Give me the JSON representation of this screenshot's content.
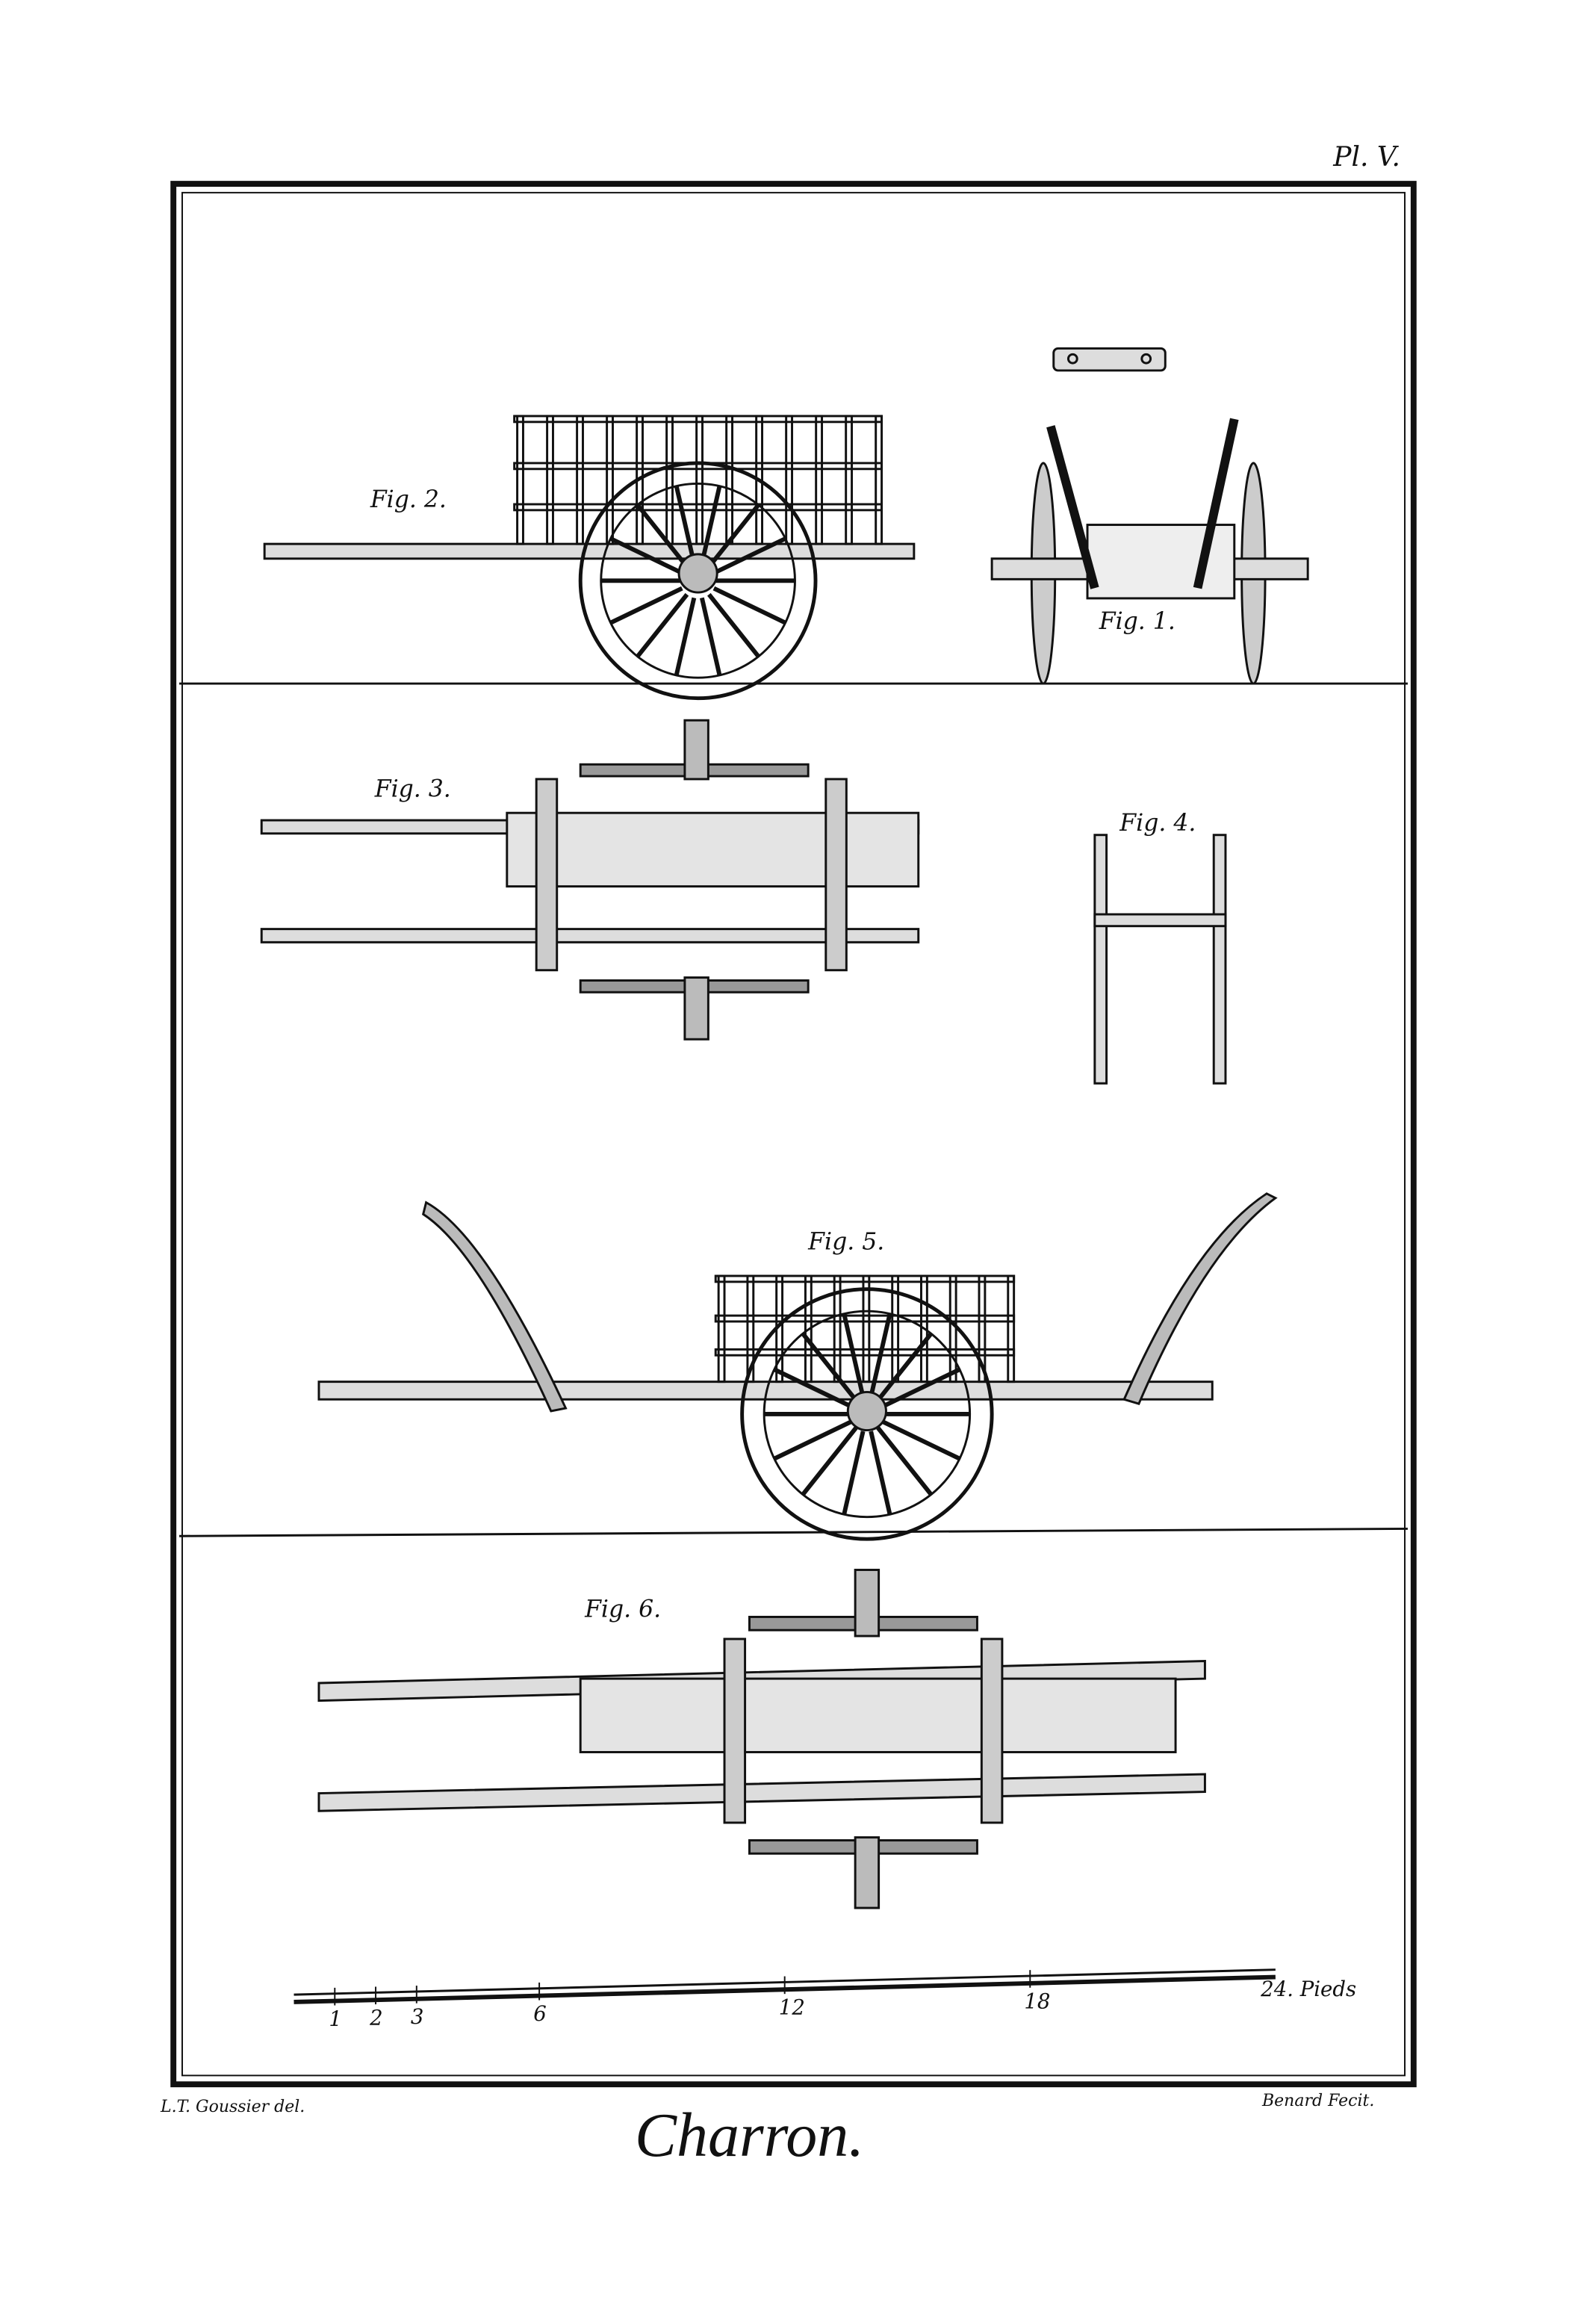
{
  "plate": {
    "number": "Pl. V.",
    "title": "Charron.",
    "draughtsman": "L.T. Goussier del.",
    "engraver": "Benard Fecit."
  },
  "figures": [
    {
      "label": "Fig. 1."
    },
    {
      "label": "Fig. 2."
    },
    {
      "label": "Fig. 3."
    },
    {
      "label": "Fig. 4."
    },
    {
      "label": "Fig. 5."
    },
    {
      "label": "Fig. 6."
    }
  ],
  "scale": {
    "ticks": [
      "1",
      "2",
      "3",
      "6",
      "12",
      "18"
    ],
    "end_label": "24. Pieds",
    "unit": "Pieds",
    "max": 24
  },
  "colors": {
    "ink": "#111111",
    "paper": "#ffffff"
  }
}
